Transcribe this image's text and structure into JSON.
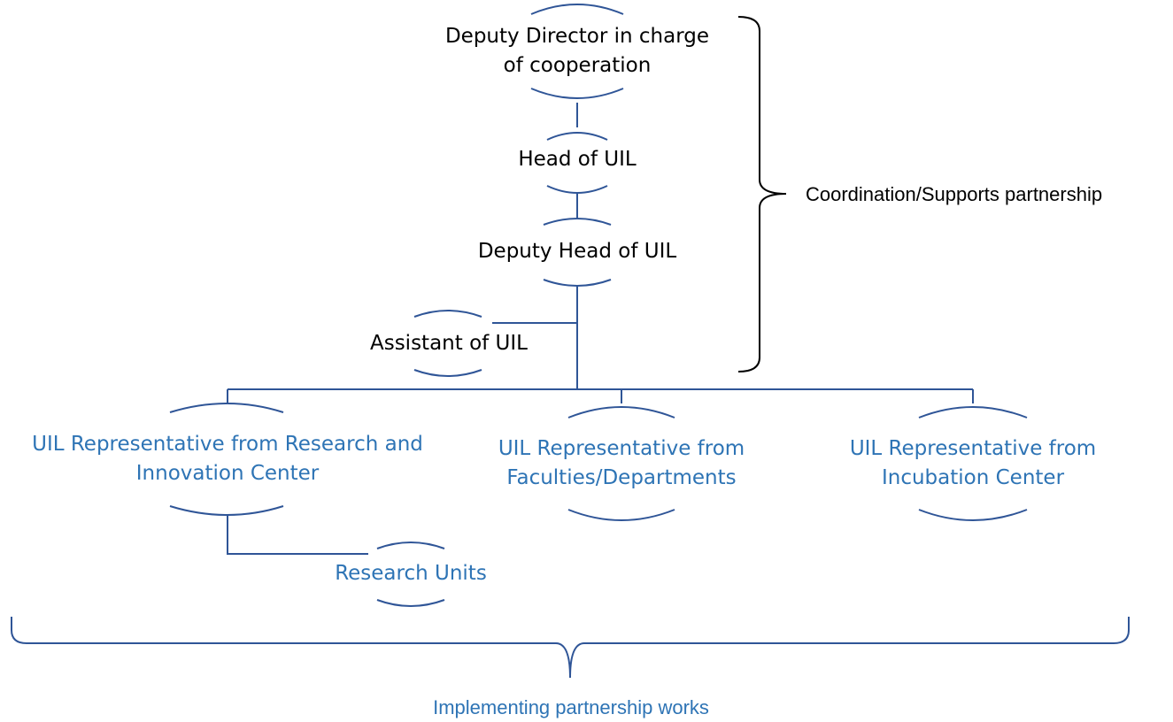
{
  "colors": {
    "line": "#2F5597",
    "brace_top": "#000000",
    "brace_bottom": "#2F5597",
    "text_dark": "#000000",
    "text_blue": "#2E74B5"
  },
  "nodes": {
    "deputy_director": {
      "line1": "Deputy Director in charge",
      "line2": "of cooperation"
    },
    "head_uil": {
      "label": "Head of UIL"
    },
    "deputy_head_uil": {
      "label": "Deputy Head of UIL"
    },
    "assistant_uil": {
      "label": "Assistant of UIL"
    },
    "rep_research": {
      "line1": "UIL Representative from Research and",
      "line2": "Innovation Center"
    },
    "rep_faculties": {
      "line1": "UIL Representative from",
      "line2": "Faculties/Departments"
    },
    "rep_incubation": {
      "line1": "UIL Representative from",
      "line2": "Incubation Center"
    },
    "research_units": {
      "label": "Research Units"
    }
  },
  "annotations": {
    "coordination": "Coordination/Supports partnership",
    "implementing": "Implementing partnership works"
  }
}
